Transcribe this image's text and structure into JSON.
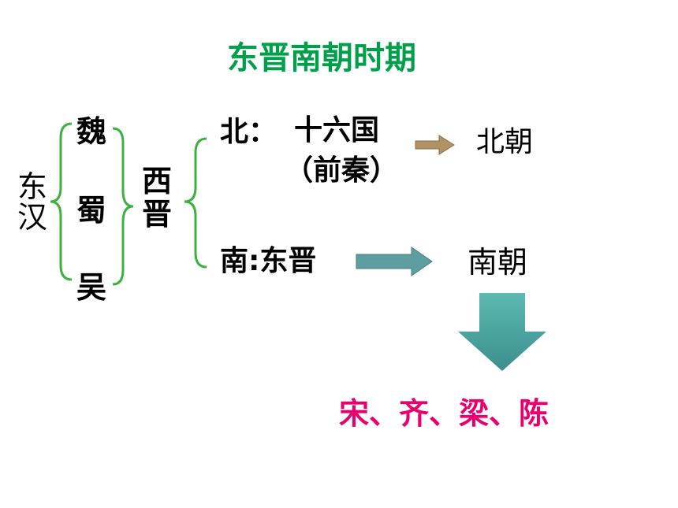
{
  "title": "东晋南朝时期",
  "eastern_han": "东汉",
  "three_kingdoms": [
    "魏",
    "蜀",
    "吴"
  ],
  "western_jin": "西晋",
  "north": {
    "label": "北：",
    "states": "十六国",
    "note": "（前秦）",
    "result": "北朝"
  },
  "south": {
    "label": "南:东晋",
    "result": "南朝"
  },
  "southern_dynasties": "宋、齐、梁、陈",
  "colors": {
    "title": "#00a04a",
    "brace": "#3cb041",
    "dynasties": "#e8006e",
    "north_arrow": "#b09264",
    "south_arrow": "#5e9ea0",
    "down_arrow": "#4aa39e"
  },
  "icons": {
    "north_arrow": "arrow-right-icon",
    "south_arrow": "arrow-right-icon",
    "down_arrow": "arrow-down-icon"
  }
}
